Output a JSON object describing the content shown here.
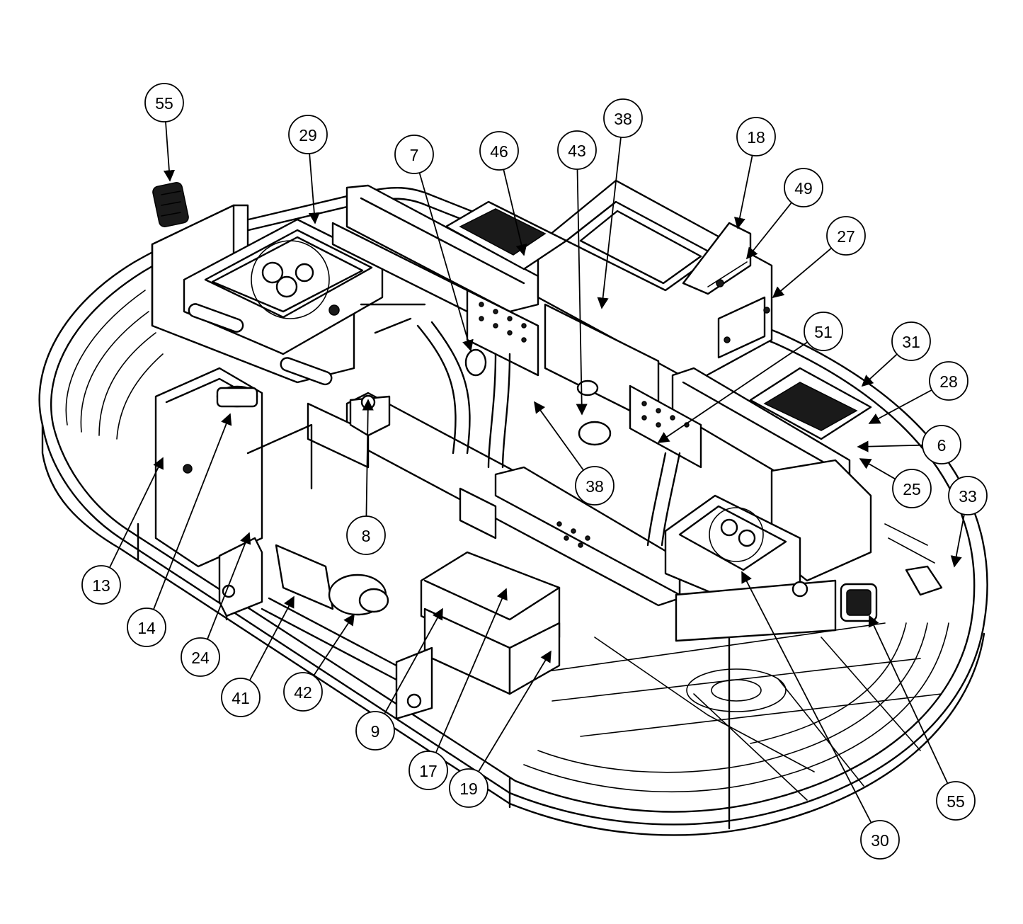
{
  "callouts": [
    {
      "label": "55"
    },
    {
      "label": "29"
    },
    {
      "label": "7"
    },
    {
      "label": "46"
    },
    {
      "label": "43"
    },
    {
      "label": "38"
    },
    {
      "label": "18"
    },
    {
      "label": "49"
    },
    {
      "label": "27"
    },
    {
      "label": "51"
    },
    {
      "label": "31"
    },
    {
      "label": "28"
    },
    {
      "label": "6"
    },
    {
      "label": "25"
    },
    {
      "label": "33"
    },
    {
      "label": "38"
    },
    {
      "label": "8"
    },
    {
      "label": "13"
    },
    {
      "label": "14"
    },
    {
      "label": "24"
    },
    {
      "label": "41"
    },
    {
      "label": "42"
    },
    {
      "label": "9"
    },
    {
      "label": "17"
    },
    {
      "label": "19"
    },
    {
      "label": "30"
    },
    {
      "label": "55"
    }
  ]
}
